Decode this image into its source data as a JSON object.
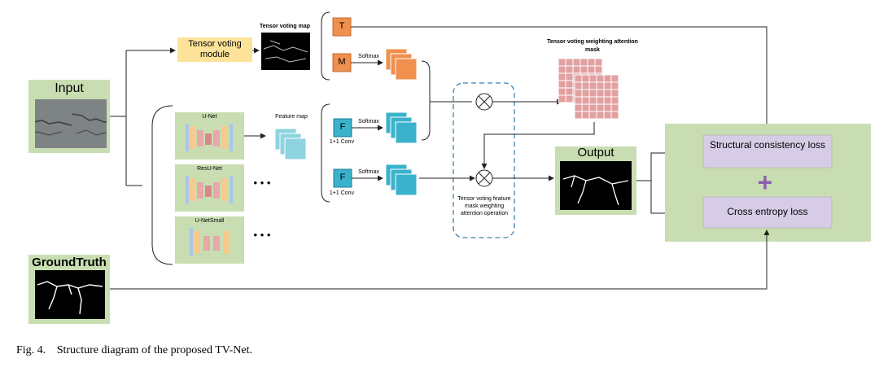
{
  "caption": {
    "fig_label": "Fig. 4.",
    "text": "Structure diagram of the proposed TV-Net."
  },
  "inputs": {
    "input": "Input",
    "ground_truth": "GroundTruth"
  },
  "tensor_voting": {
    "module": "Tensor voting module",
    "map_label": "Tensor voting map",
    "t_label": "T",
    "m_label": "M",
    "softmax": "Softmax",
    "weighting_mask": "Tensor voting weighting attention mask"
  },
  "networks": [
    {
      "name": "U-Net"
    },
    {
      "name": "ResU-Net"
    },
    {
      "name": "U-NetSmall"
    }
  ],
  "ellipsis": "• • •",
  "feature_map": "Feature map",
  "branches": {
    "f_label": "F",
    "conv": "1+1 Conv",
    "softmax": "Softmax"
  },
  "operation": "Tensor voting feature mask weighting attention operation",
  "output": "Output",
  "losses": {
    "structural": "Structural consistency loss",
    "plus": "+",
    "cross_entropy": "Cross entropy loss"
  },
  "colors": {
    "green_panel": "#c8deb2",
    "yellow_module": "#fde29a",
    "orange": "#f0904e",
    "teal": "#3ab2cc",
    "pink_grid": "#e2a0a0",
    "purple_loss": "#d7cce6",
    "plus": "#8b5fb0",
    "dashed": "#3a7fb0"
  }
}
